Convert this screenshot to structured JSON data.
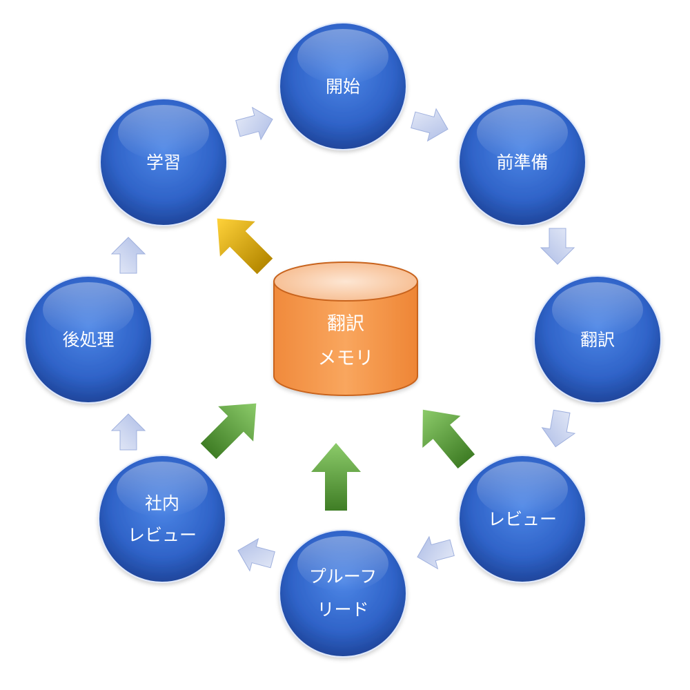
{
  "nodes": {
    "start": {
      "lines": [
        "開始"
      ]
    },
    "prep": {
      "lines": [
        "前準備"
      ]
    },
    "translate": {
      "lines": [
        "翻訳"
      ]
    },
    "review": {
      "lines": [
        "レビュー"
      ]
    },
    "proofread": {
      "lines": [
        "プルーフ",
        "リード"
      ]
    },
    "internal_review": {
      "lines": [
        "社内",
        "レビュー"
      ]
    },
    "post": {
      "lines": [
        "後処理"
      ]
    },
    "learn": {
      "lines": [
        "学習"
      ]
    }
  },
  "database": {
    "line1": "翻訳",
    "line2": "メモリ"
  },
  "colors": {
    "node_fill": "#3565c4",
    "cycle_arrow": "#c9d3ef",
    "db_body": "#f79a4e",
    "db_top": "#fbcfae",
    "feed_arrow": "#5a9a3a",
    "output_arrow": "#e8b100"
  }
}
